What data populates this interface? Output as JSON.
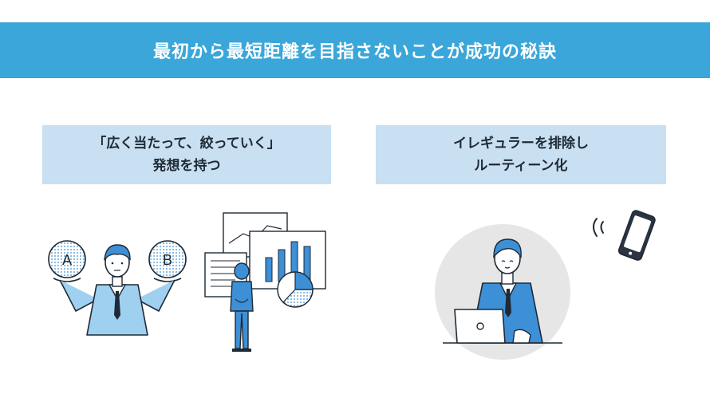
{
  "banner": {
    "title": "最初から最短距離を目指さないことが成功の秘訣"
  },
  "left": {
    "line1": "「広く当たって、絞っていく」",
    "line2": "発想を持つ",
    "bubble_a": "A",
    "bubble_b": "B"
  },
  "right": {
    "line1": "イレギュラーを排除し",
    "line2": "ルーティーン化"
  },
  "colors": {
    "banner": "#3aa6d9",
    "card": "#c9dff2",
    "accent_blue": "#3d8fd6",
    "outline": "#1e2a35",
    "circle_bg": "#e6e6e6"
  }
}
